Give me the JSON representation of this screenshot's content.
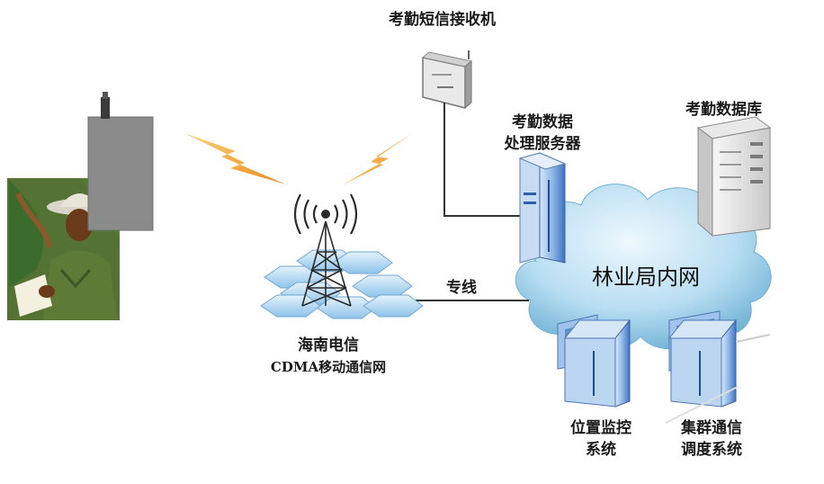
{
  "labels": {
    "sms_receiver": "考勤短信接收机",
    "processing_server": [
      "考勤数据",
      "处理服务器"
    ],
    "database": "考勤数据库",
    "lan": "林业局内网",
    "dedicated_line": "专线",
    "cdma_network": [
      "海南电信",
      "CDMA移动通信网"
    ],
    "location_monitoring": [
      "位置监控",
      "系统"
    ],
    "trunking_dispatch": [
      "集群通信",
      "调度系统"
    ]
  },
  "colors": {
    "cloud_light": "#e6f4fb",
    "cloud_mid": "#a9d6ee",
    "cloud_dark": "#5ea8d0",
    "hexagon": "#b9dcf4",
    "signal_bolt": "#f4a43c",
    "line": "#333333"
  }
}
